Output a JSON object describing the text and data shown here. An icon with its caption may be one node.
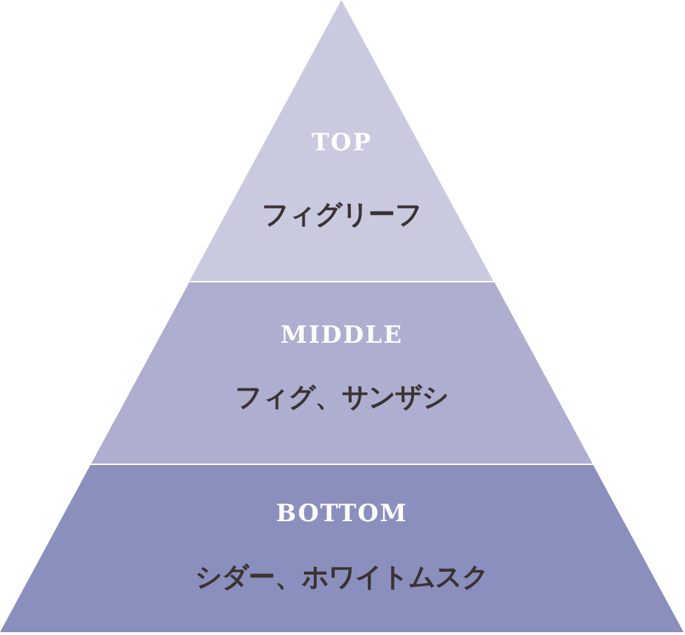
{
  "diagram": {
    "nodes": [
      {
        "text": [
          "TOP",
          "フィグリーフ"
        ]
      },
      {
        "text": [
          "MIDDLE",
          "フィグ、サンザシ"
        ]
      },
      {
        "text": [
          "BOTTOM",
          "シダー、ホワイトムスク"
        ]
      }
    ]
  }
}
